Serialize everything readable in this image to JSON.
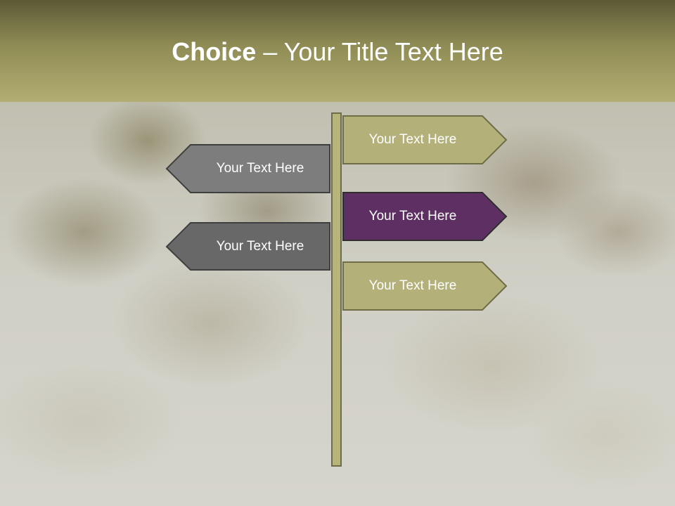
{
  "slide": {
    "title_bold": "Choice",
    "title_separator": " – ",
    "title_rest": "Your Title Text Here"
  },
  "signs": {
    "right_top": {
      "label": "Your Text Here",
      "color": "#b3b07a"
    },
    "left_top": {
      "label": "Your Text Here",
      "color": "#7d7d7d"
    },
    "right_middle": {
      "label": "Your Text Here",
      "color": "#5e2f63"
    },
    "left_bottom": {
      "label": "Your Text Here",
      "color": "#686868"
    },
    "right_bottom": {
      "label": "Your Text Here",
      "color": "#b3b07a"
    }
  },
  "colors": {
    "header": "#8f8c55",
    "pole": "#b8b57a",
    "outline": "#3f3f3f"
  }
}
